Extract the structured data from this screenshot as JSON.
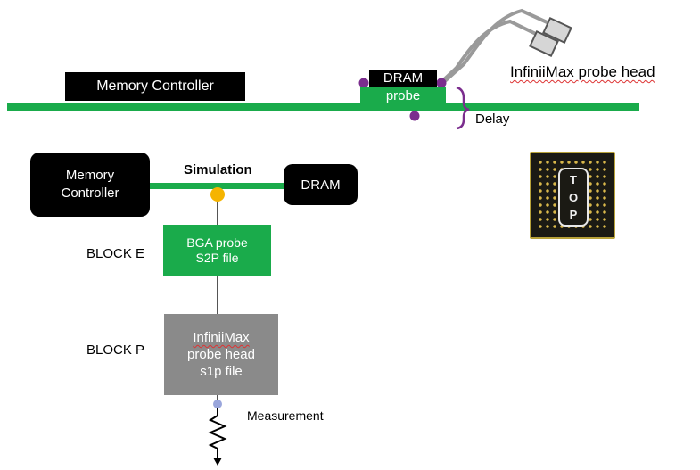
{
  "top": {
    "memory_controller": "Memory Controller",
    "dram": "DRAM",
    "probe": "probe",
    "probe_head": "InfiniiMax probe head",
    "delay": "Delay"
  },
  "sim": {
    "memory_controller_line1": "Memory",
    "memory_controller_line2": "Controller",
    "title": "Simulation",
    "dram": "DRAM",
    "block_e_label": "BLOCK E",
    "block_e_line1": "BGA probe",
    "block_e_line2": "S2P file",
    "block_p_label": "BLOCK P",
    "block_p_line1": "InfiniiMax",
    "block_p_line2": "probe head",
    "block_p_line3": "s1p file",
    "measurement": "Measurement"
  },
  "photo": {
    "letters": [
      "T",
      "O",
      "P"
    ]
  },
  "colors": {
    "green": "#1aab4b",
    "purple": "#7b2d8e",
    "orange": "#f5b400",
    "gray": "#8a8a8a",
    "blue_dot": "#9aa6dc"
  }
}
